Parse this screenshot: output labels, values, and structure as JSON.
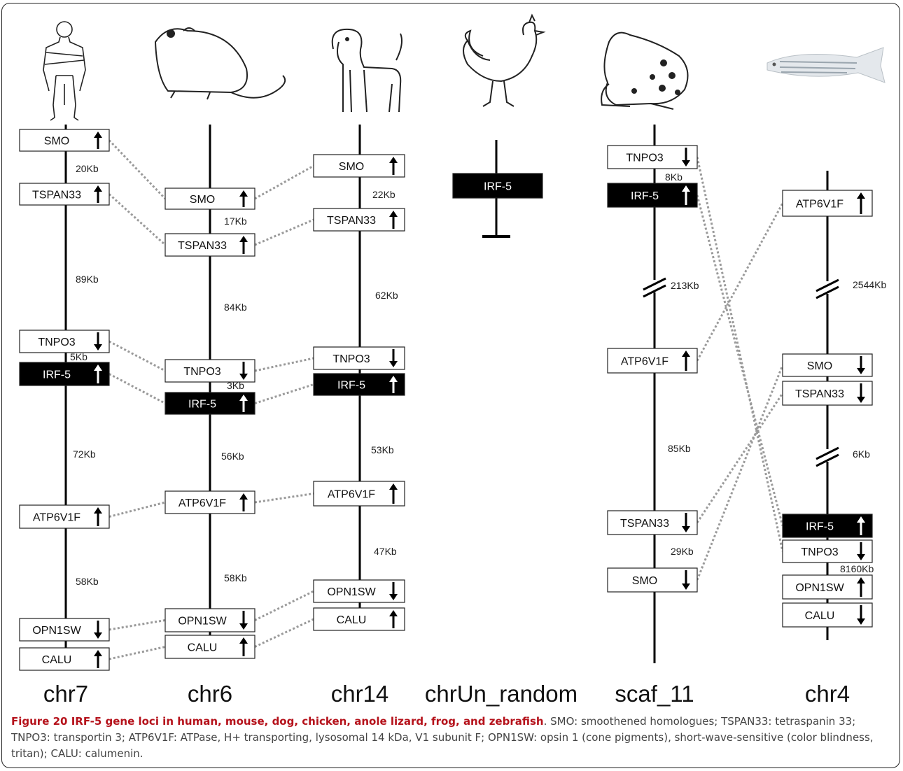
{
  "figure": {
    "caption_title": "Figure 20 IRF-5 gene loci in human, mouse, dog, chicken, anole lizard, frog, and zebrafish",
    "caption_body": ". SMO: smoothened homologues; TSPAN33: tetraspanin 33; TNPO3: transportin 3; ATP6V1F: ATPase, H+ transporting, lysosomal 14 kDa, V1 subunit F; OPN1SW: opsin 1 (cone pigments), short-wave-sensitive (color blindness, tritan); CALU: calumenin."
  },
  "colors": {
    "line": "#000000",
    "highlight_fill": "#000000",
    "highlight_text": "#ffffff",
    "connector": "#9a9a9a",
    "caption_title": "#b5121b"
  },
  "species": [
    {
      "icon": "human-icon",
      "chromosome": "chr7",
      "genes": [
        {
          "name": "SMO",
          "arrow": "up",
          "highlight": false
        },
        {
          "name": "TSPAN33",
          "arrow": "up",
          "highlight": false
        },
        {
          "name": "TNPO3",
          "arrow": "down",
          "highlight": false
        },
        {
          "name": "IRF-5",
          "arrow": "up",
          "highlight": true
        },
        {
          "name": "ATP6V1F",
          "arrow": "up",
          "highlight": false
        },
        {
          "name": "OPN1SW",
          "arrow": "down",
          "highlight": false
        },
        {
          "name": "CALU",
          "arrow": "up",
          "highlight": false
        }
      ],
      "distances": [
        "20Kb",
        "89Kb",
        "5Kb",
        "72Kb",
        "58Kb"
      ]
    },
    {
      "icon": "mouse-icon",
      "chromosome": "chr6",
      "genes": [
        {
          "name": "SMO",
          "arrow": "up",
          "highlight": false
        },
        {
          "name": "TSPAN33",
          "arrow": "up",
          "highlight": false
        },
        {
          "name": "TNPO3",
          "arrow": "down",
          "highlight": false
        },
        {
          "name": "IRF-5",
          "arrow": "up",
          "highlight": true
        },
        {
          "name": "ATP6V1F",
          "arrow": "up",
          "highlight": false
        },
        {
          "name": "OPN1SW",
          "arrow": "down",
          "highlight": false
        },
        {
          "name": "CALU",
          "arrow": "up",
          "highlight": false
        }
      ],
      "distances": [
        "17Kb",
        "84Kb",
        "3Kb",
        "56Kb",
        "58Kb"
      ]
    },
    {
      "icon": "dog-icon",
      "chromosome": "chr14",
      "genes": [
        {
          "name": "SMO",
          "arrow": "up",
          "highlight": false
        },
        {
          "name": "TSPAN33",
          "arrow": "up",
          "highlight": false
        },
        {
          "name": "TNPO3",
          "arrow": "down",
          "highlight": false
        },
        {
          "name": "IRF-5",
          "arrow": "up",
          "highlight": true
        },
        {
          "name": "ATP6V1F",
          "arrow": "up",
          "highlight": false
        },
        {
          "name": "OPN1SW",
          "arrow": "down",
          "highlight": false
        },
        {
          "name": "CALU",
          "arrow": "up",
          "highlight": false
        }
      ],
      "distances": [
        "22Kb",
        "62Kb",
        "53Kb",
        "47Kb"
      ]
    },
    {
      "icon": "chicken-icon",
      "chromosome": "chrUn_random",
      "genes": [
        {
          "name": "IRF-5",
          "arrow": "none",
          "highlight": true
        }
      ],
      "distances": []
    },
    {
      "icon": "frog-icon",
      "chromosome": "scaf_11",
      "genes": [
        {
          "name": "TNPO3",
          "arrow": "down",
          "highlight": false
        },
        {
          "name": "IRF-5",
          "arrow": "up",
          "highlight": true
        },
        {
          "name": "ATP6V1F",
          "arrow": "up",
          "highlight": false
        },
        {
          "name": "TSPAN33",
          "arrow": "down",
          "highlight": false
        },
        {
          "name": "SMO",
          "arrow": "down",
          "highlight": false
        }
      ],
      "distances": [
        "8Kb",
        "213Kb",
        "85Kb",
        "29Kb"
      ]
    },
    {
      "icon": "zebrafish-icon",
      "chromosome": "chr4",
      "genes": [
        {
          "name": "ATP6V1F",
          "arrow": "up",
          "highlight": false
        },
        {
          "name": "SMO",
          "arrow": "down",
          "highlight": false
        },
        {
          "name": "TSPAN33",
          "arrow": "down",
          "highlight": false
        },
        {
          "name": "IRF-5",
          "arrow": "up",
          "highlight": true
        },
        {
          "name": "TNPO3",
          "arrow": "down",
          "highlight": false
        },
        {
          "name": "OPN1SW",
          "arrow": "up",
          "highlight": false
        },
        {
          "name": "CALU",
          "arrow": "down",
          "highlight": false
        }
      ],
      "distances": [
        "8160Kb",
        "2544Kb",
        "6Kb"
      ]
    }
  ]
}
